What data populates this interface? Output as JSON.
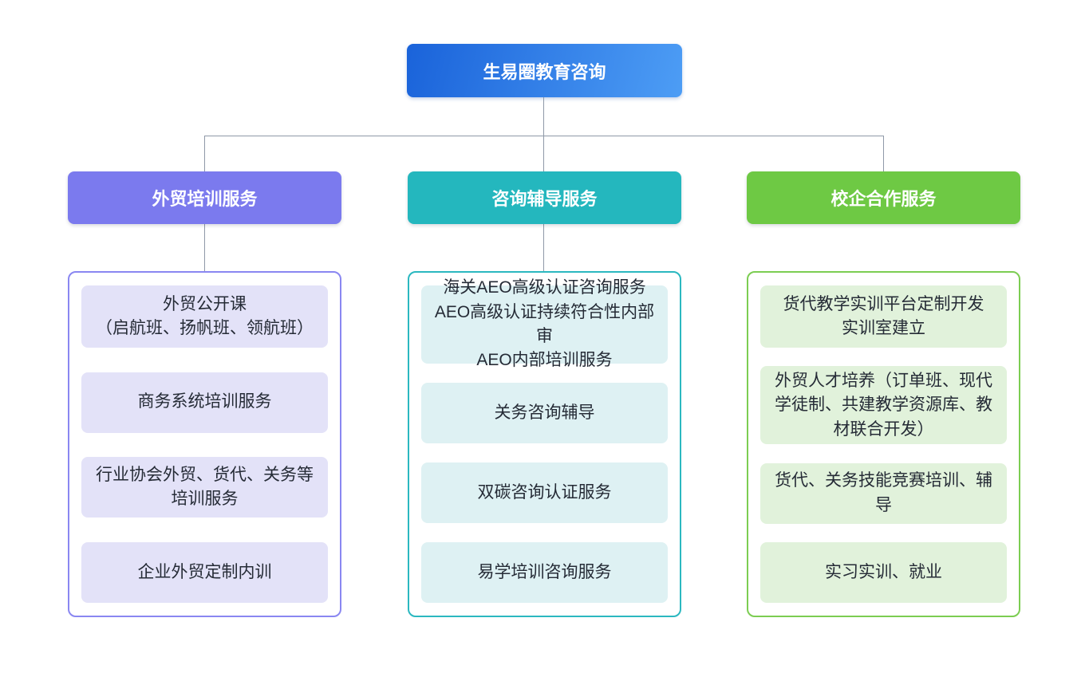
{
  "diagram": {
    "root": {
      "label": "生易圈教育咨询"
    },
    "branches": [
      {
        "label": "外贸培训服务",
        "colors": {
          "header": "#7b7aee",
          "border": "#8a87f1",
          "item_bg": "#e3e2f8"
        },
        "items": [
          "外贸公开课\n（启航班、扬帆班、领航班）",
          "商务系统培训服务",
          "行业协会外贸、货代、关务等培训服务",
          "企业外贸定制内训"
        ]
      },
      {
        "label": "咨询辅导服务",
        "colors": {
          "header": "#24b7be",
          "border": "#2bb8c0",
          "item_bg": "#def1f3"
        },
        "items": [
          "海关AEO高级认证咨询服务\nAEO高级认证持续符合性内部审\nAEO内部培训服务",
          "关务咨询辅导",
          "双碳咨询认证服务",
          "易学培训咨询服务"
        ]
      },
      {
        "label": "校企合作服务",
        "colors": {
          "header": "#6ec944",
          "border": "#7ccd52",
          "item_bg": "#e1f2db"
        },
        "items": [
          "货代教学实训平台定制开发\n实训室建立",
          "外贸人才培养（订单班、现代学徒制、共建教学资源库、教材联合开发）",
          "货代、关务技能竞赛培训、辅导",
          "实习实训、就业"
        ]
      }
    ],
    "colors": {
      "root_gradient_from": "#1a63da",
      "root_gradient_to": "#4d9df5",
      "connector": "#8f99a8",
      "text": "#252b36",
      "background": "#ffffff"
    }
  }
}
